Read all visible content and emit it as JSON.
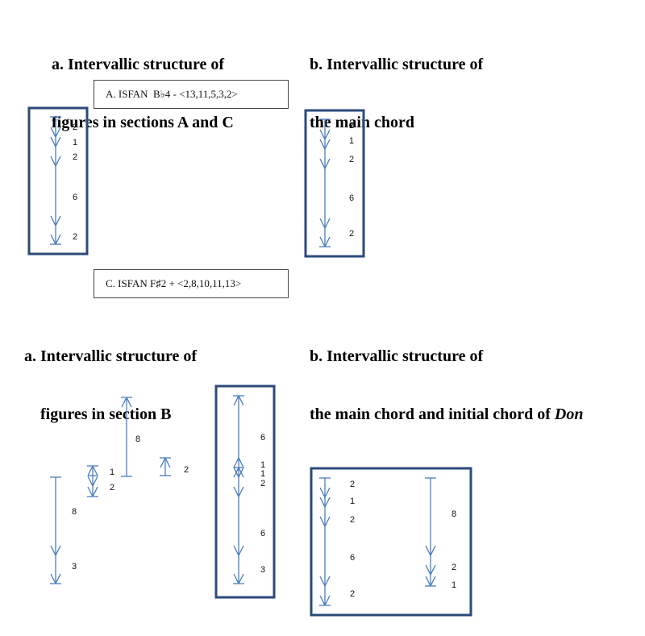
{
  "headings": {
    "a1_line1": "a. Intervallic structure of",
    "a1_line2": "figures in sections A and C",
    "b1_line1": "b. Intervallic structure of",
    "b1_line2": "the main chord",
    "a2_line1": "a. Intervallic structure of",
    "a2_line2": "figures in section B",
    "b2_line1": "b. Intervallic structure of",
    "b2_line2_prefix": "the main chord and initial chord of ",
    "b2_line2_italic": "Don"
  },
  "labels": {
    "section_a": "A. ISFAN  B♭4 - <13,11,5,3,2>",
    "section_c": "C. ISFAN F♯2 + <2,8,10,11,13>"
  },
  "figures": {
    "fig1_intervals": [
      "2",
      "1",
      "2",
      "6",
      "2"
    ],
    "fig2_intervals": [
      "2",
      "1",
      "2",
      "6",
      "2"
    ],
    "figB_a": [
      "8",
      "3"
    ],
    "figB_b": [
      "1",
      "2"
    ],
    "figB_c": [
      "8"
    ],
    "figB_d": [
      "2"
    ],
    "figB_box": [
      "6",
      "1",
      "1",
      "2",
      "6",
      "3"
    ],
    "figDon_left": [
      "2",
      "1",
      "2",
      "6",
      "2"
    ],
    "figDon_right": [
      "8",
      "2",
      "1"
    ]
  },
  "colors": {
    "arrow": "#4a7cc0",
    "frame": "#2b4a7a"
  }
}
